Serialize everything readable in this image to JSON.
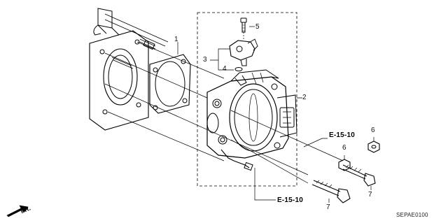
{
  "diagram": {
    "part_labels": {
      "p1": "1",
      "p2": "2",
      "p3": "3",
      "p4": "4",
      "p5": "5",
      "p6a": "6",
      "p6b": "6",
      "p7a": "7",
      "p7b": "7"
    },
    "references": {
      "upper": "E-15-10",
      "lower": "E-15-10"
    },
    "direction_label": "FR.",
    "diagram_code": "SEPAE0100"
  }
}
